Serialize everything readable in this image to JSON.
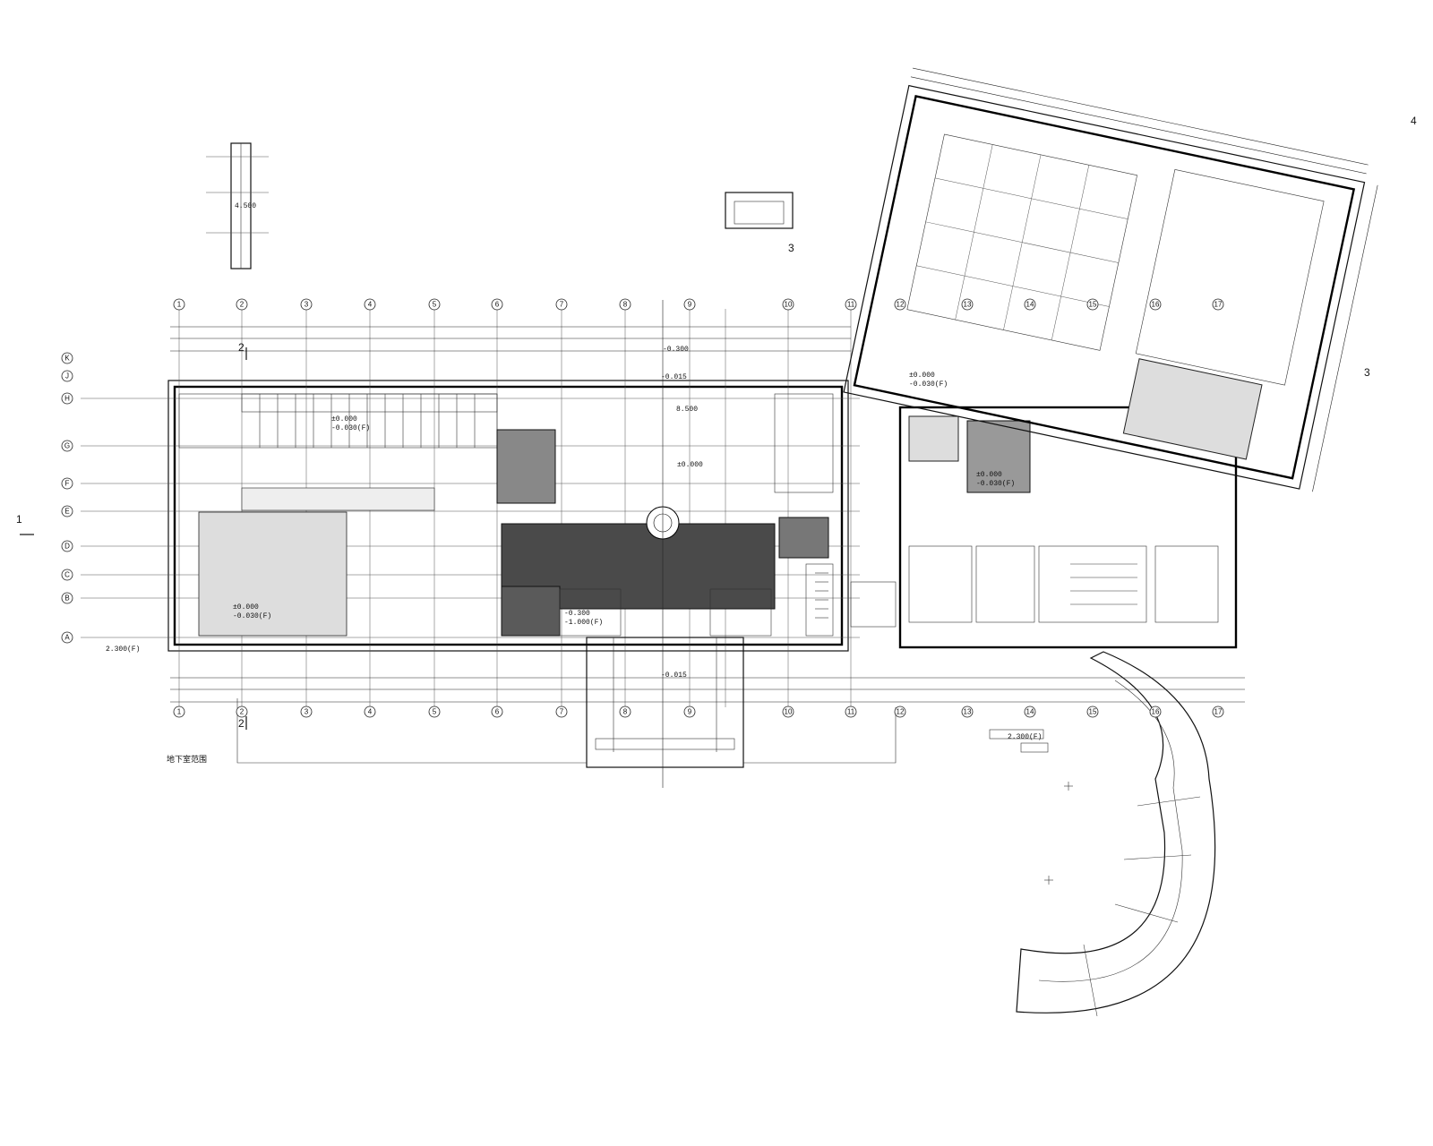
{
  "drawing": {
    "section_marker_1": "1",
    "section_marker_2_top": "2",
    "section_marker_2_bottom": "2",
    "section_marker_3_left": "3",
    "section_marker_3_right": "3",
    "section_marker_4": "4",
    "basement_note": "地下室范围",
    "elevations": {
      "lobby_upper": "±0.000",
      "lobby_upper_2": "-0.030(F)",
      "main_hall": "±0.000",
      "lobby_lower_1": "-0.300",
      "lobby_lower_2": "-1.000(F)",
      "entrance_1": "-0.015",
      "entrance_2": "-0.015",
      "top_roof": "-0.300",
      "left_court": "±0.000",
      "left_court_2": "-0.030(F)",
      "right_block": "±0.000",
      "right_block_2": "-0.030(F)",
      "upper_right_1": "±0.000",
      "upper_right_2": "-0.030(F)",
      "ramp_level": "2.300(F)",
      "left_ramp": "2.300(F)",
      "tower_box": "4.500",
      "mid_room": "8.500"
    }
  },
  "axes_horizontal": [
    "1",
    "2",
    "3",
    "4",
    "5",
    "6",
    "7",
    "8",
    "9",
    "10",
    "11",
    "12",
    "13",
    "14",
    "15",
    "16",
    "17"
  ],
  "axes_vertical": [
    "A",
    "B",
    "C",
    "D",
    "E",
    "F",
    "G",
    "H",
    "J",
    "K"
  ]
}
